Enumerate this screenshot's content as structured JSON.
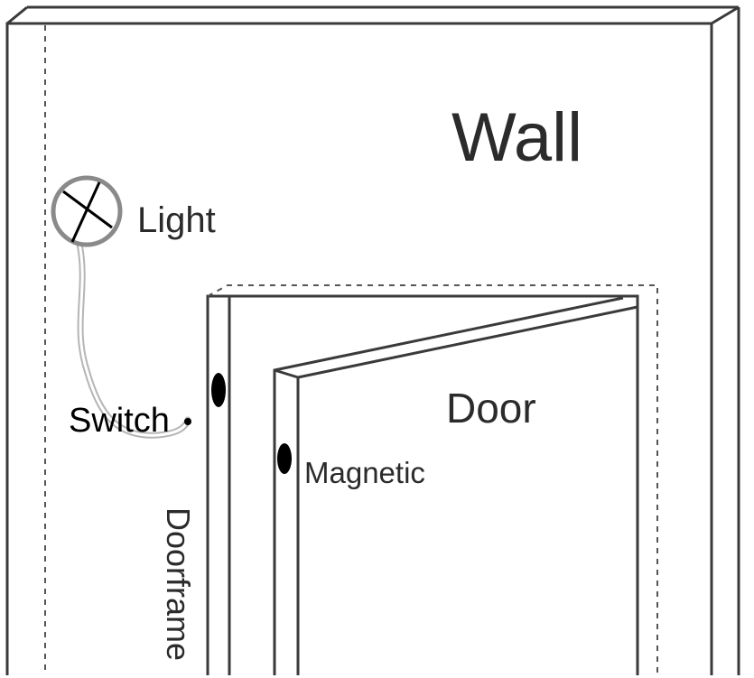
{
  "labels": {
    "wall": "Wall",
    "light": "Light",
    "switch": "Switch",
    "door": "Door",
    "magnetic": "Magnetic",
    "doorframe": "Doorframe"
  },
  "colors": {
    "line": "#3a3a3a",
    "wire": "#b5b5b5",
    "sensor": "#000000",
    "text": "#2b2b2b"
  }
}
